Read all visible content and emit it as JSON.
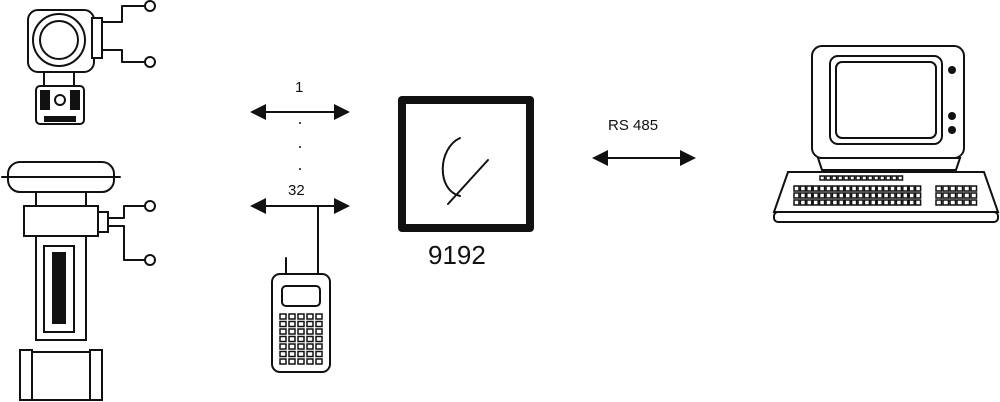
{
  "labels": {
    "device_count_top": "1",
    "device_count_bottom": "32",
    "converter_model": "9192",
    "interface": "RS 485"
  },
  "icons": {
    "pressure_transmitter": "pressure-transmitter-icon",
    "flow_meter": "flow-meter-icon",
    "handheld_terminal": "handheld-terminal-icon",
    "converter": "converter-logo-icon",
    "computer": "computer-terminal-icon"
  },
  "colors": {
    "line": "#111111",
    "background": "#ffffff"
  }
}
